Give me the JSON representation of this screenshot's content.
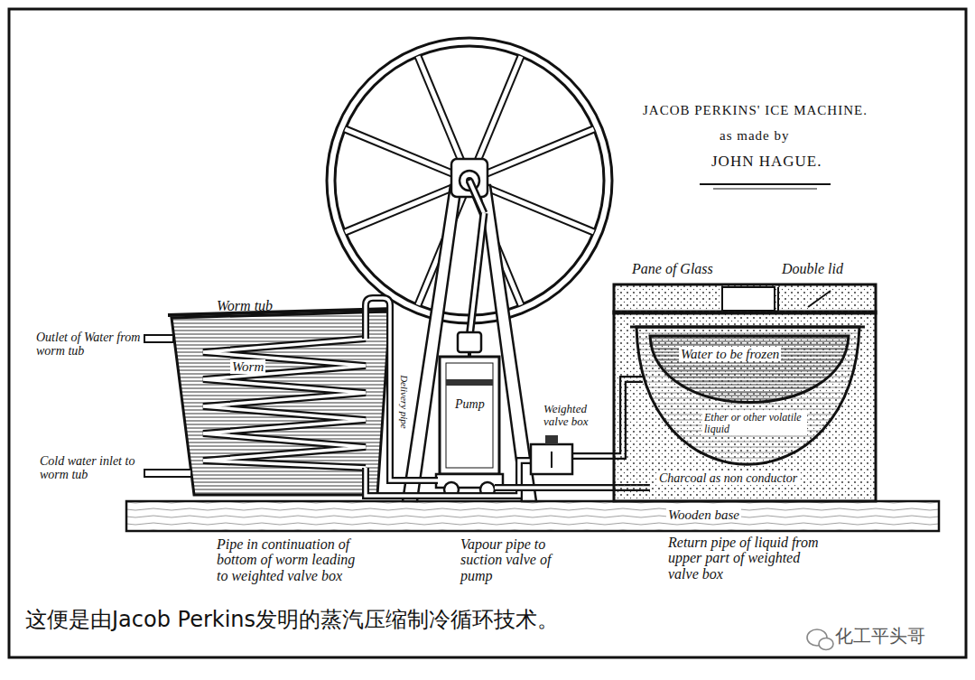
{
  "diagram": {
    "title": "JACOB PERKINS' ICE MACHINE.",
    "caption": "这便是由Jacob Perkins发明的蒸汽压缩制冷循环技术。",
    "labels": [
      "Worm tub",
      "Outlet of Water from worm tub",
      "Worm",
      "Cold water inlet to worm tub",
      "Delivery pipe",
      "Pump",
      "Weighted valve box",
      "Pane of Glass",
      "Double lid",
      "Water to be frozen",
      "Ether or other volatile liquid",
      "Charcoal as non conductor",
      "Wooden base",
      "Pipe in continuation of bottom of worm leading to weighted valve box",
      "Vapour pipe to suction valve of pump",
      "Return pipe of liquid from upper part of weighted valve box",
      "as made by",
      "JOHN HAGUE.",
      "化工平头哥"
    ]
  }
}
